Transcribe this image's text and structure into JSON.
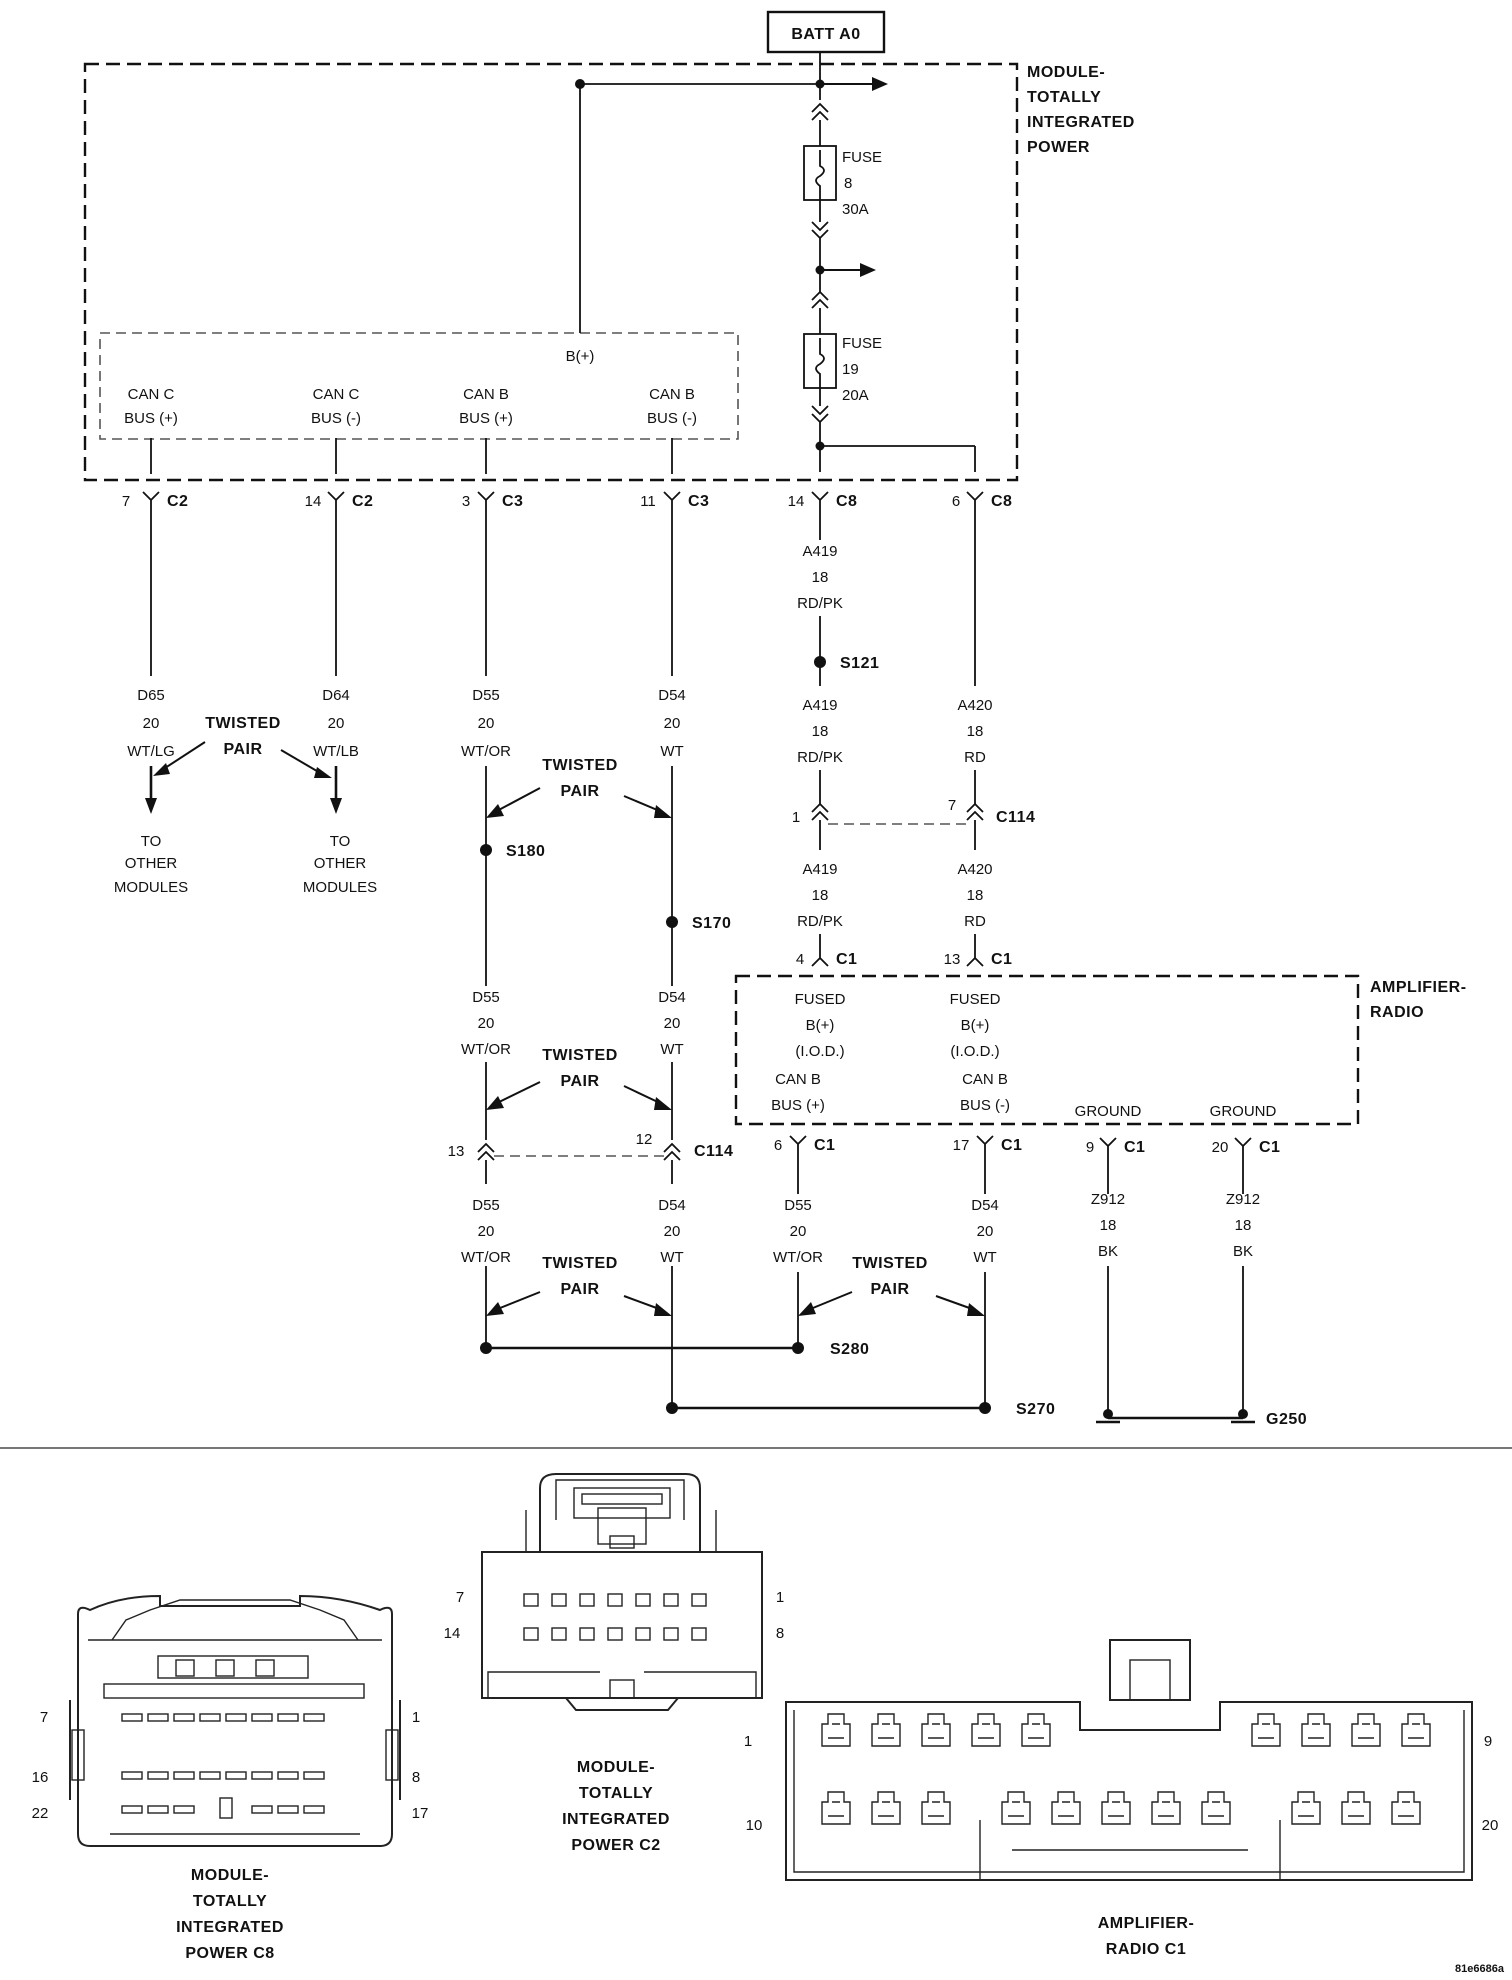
{
  "top": {
    "batt_label": "BATT A0",
    "tip_module_title": [
      "MODULE-",
      "TOTALLY",
      "INTEGRATED",
      "POWER"
    ],
    "fuse_word": "FUSE",
    "fuse8": {
      "number": "8",
      "rating": "30A"
    },
    "fuse19": {
      "number": "19",
      "rating": "20A"
    },
    "bplus": "B(+)",
    "can_c_plus": [
      "CAN C",
      "BUS (+)"
    ],
    "can_c_minus": [
      "CAN C",
      "BUS (-)"
    ],
    "can_b_plus": [
      "CAN B",
      "BUS (+)"
    ],
    "can_b_minus": [
      "CAN B",
      "BUS (-)"
    ]
  },
  "pins": {
    "c2_7": {
      "num": "7",
      "name": "C2"
    },
    "c2_14": {
      "num": "14",
      "name": "C2"
    },
    "c3_3": {
      "num": "3",
      "name": "C3"
    },
    "c3_11": {
      "num": "11",
      "name": "C3"
    },
    "c8_14": {
      "num": "14",
      "name": "C8"
    },
    "c8_6": {
      "num": "6",
      "name": "C8"
    },
    "c114_1": {
      "num": "1"
    },
    "c114_7": {
      "num": "7",
      "name": "C114"
    },
    "c1_4": {
      "num": "4",
      "name": "C1"
    },
    "c1_13": {
      "num": "13",
      "name": "C1"
    },
    "c114_13": {
      "num": "13"
    },
    "c114_12": {
      "num": "12",
      "name": "C114"
    },
    "c1_6": {
      "num": "6",
      "name": "C1"
    },
    "c1_17": {
      "num": "17",
      "name": "C1"
    },
    "c1_9": {
      "num": "9",
      "name": "C1"
    },
    "c1_20": {
      "num": "20",
      "name": "C1"
    }
  },
  "wires": {
    "d65": [
      "D65",
      "20",
      "WT/LG"
    ],
    "d64": [
      "D64",
      "20",
      "WT/LB"
    ],
    "d55_a": [
      "D55",
      "20",
      "WT/OR"
    ],
    "d54_a": [
      "D54",
      "20",
      "WT"
    ],
    "a419_a": [
      "A419",
      "18",
      "RD/PK"
    ],
    "a419_b": [
      "A419",
      "18",
      "RD/PK"
    ],
    "a420_b": [
      "A420",
      "18",
      "RD"
    ],
    "a419_c": [
      "A419",
      "18",
      "RD/PK"
    ],
    "a420_c": [
      "A420",
      "18",
      "RD"
    ],
    "d55_b": [
      "D55",
      "20",
      "WT/OR"
    ],
    "d54_b": [
      "D54",
      "20",
      "WT"
    ],
    "d55_c": [
      "D55",
      "20",
      "WT/OR"
    ],
    "d54_c": [
      "D54",
      "20",
      "WT"
    ],
    "d55_d": [
      "D55",
      "20",
      "WT/OR"
    ],
    "d54_d": [
      "D54",
      "20",
      "WT"
    ],
    "z912_a": [
      "Z912",
      "18",
      "BK"
    ],
    "z912_b": [
      "Z912",
      "18",
      "BK"
    ]
  },
  "twisted_pair": [
    "TWISTED",
    "PAIR"
  ],
  "to_other_modules": [
    "TO",
    "OTHER",
    "MODULES"
  ],
  "splices": {
    "s121": "S121",
    "s180": "S180",
    "s170": "S170",
    "s280": "S280",
    "s270": "S270",
    "g250": "G250"
  },
  "amp": {
    "title": [
      "AMPLIFIER-",
      "RADIO"
    ],
    "fused1": [
      "FUSED",
      "B(+)",
      "(I.O.D.)"
    ],
    "fused2": [
      "FUSED",
      "B(+)",
      "(I.O.D.)"
    ],
    "canb_plus": [
      "CAN B",
      "BUS (+)"
    ],
    "canb_minus": [
      "CAN B",
      "BUS (-)"
    ],
    "ground1": "GROUND",
    "ground2": "GROUND"
  },
  "connectors": {
    "c8": {
      "title": [
        "MODULE-",
        "TOTALLY",
        "INTEGRATED",
        "POWER C8"
      ],
      "pins": {
        "tl": "7",
        "tr": "1",
        "ml": "16",
        "mr": "8",
        "bl": "22",
        "br": "17"
      }
    },
    "c2": {
      "title": [
        "MODULE-",
        "TOTALLY",
        "INTEGRATED",
        "POWER C2"
      ],
      "pins": {
        "tl": "7",
        "tr": "1",
        "bl": "14",
        "br": "8"
      }
    },
    "c1": {
      "title": [
        "AMPLIFIER-",
        "RADIO C1"
      ],
      "pins": {
        "tl": "1",
        "tr": "9",
        "bl": "10",
        "br": "20"
      }
    }
  },
  "footer_code": "81e6686a"
}
